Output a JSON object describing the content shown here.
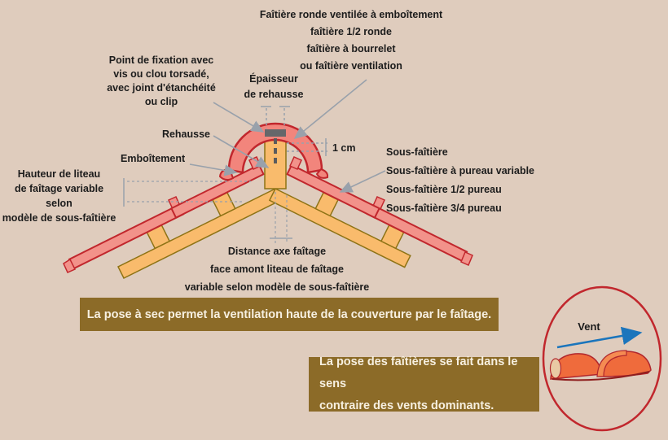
{
  "colors": {
    "background": "#DFCCBD",
    "tile_fill": "#F2928A",
    "tile_outline": "#C1272D",
    "board_fill": "#F9BB6C",
    "board_outline": "#8E7315",
    "arrow_gray": "#99A1AB",
    "fixation_clip": "#66676A",
    "note_background": "#8C6B28",
    "note_text": "#F7F0E1",
    "wind_arrow_blue": "#1B75BC",
    "inset_ellipse_outline": "#C1272D",
    "inset_tile_orange": "#EF6B3C"
  },
  "labels": {
    "ridge_types": [
      "Faîtière ronde ventilée à emboîtement",
      "faîtière 1/2 ronde",
      "faîtière à bourrelet",
      "ou faîtière ventilation"
    ],
    "fixation": [
      "Point de fixation avec",
      "vis ou clou torsadé,",
      "avec joint d'étanchéité",
      "ou clip"
    ],
    "epaisseur": [
      "Épaisseur",
      "de rehausse"
    ],
    "rehausse": "Rehausse",
    "emboitement": "Emboîtement",
    "hauteur_liteau": [
      "Hauteur de liteau",
      "de faîtage variable selon",
      "modèle de sous-faîtière"
    ],
    "one_cm": "1 cm",
    "sous_faitieres": [
      "Sous-faîtière",
      "Sous-faîtière à pureau variable",
      "Sous-faîtière 1/2 pureau",
      "Sous-faîtière 3/4 pureau"
    ],
    "distance": [
      "Distance axe faîtage",
      "face amont liteau de faîtage",
      "variable selon modèle de sous-faîtière"
    ]
  },
  "notes": {
    "ventilation": "La pose à sec permet la ventilation haute de la couverture par le faîtage.",
    "vents_line1": "La pose des faîtières se fait dans le sens",
    "vents_line2": "contraire des vents dominants."
  },
  "inset": {
    "wind_label": "Vent"
  }
}
